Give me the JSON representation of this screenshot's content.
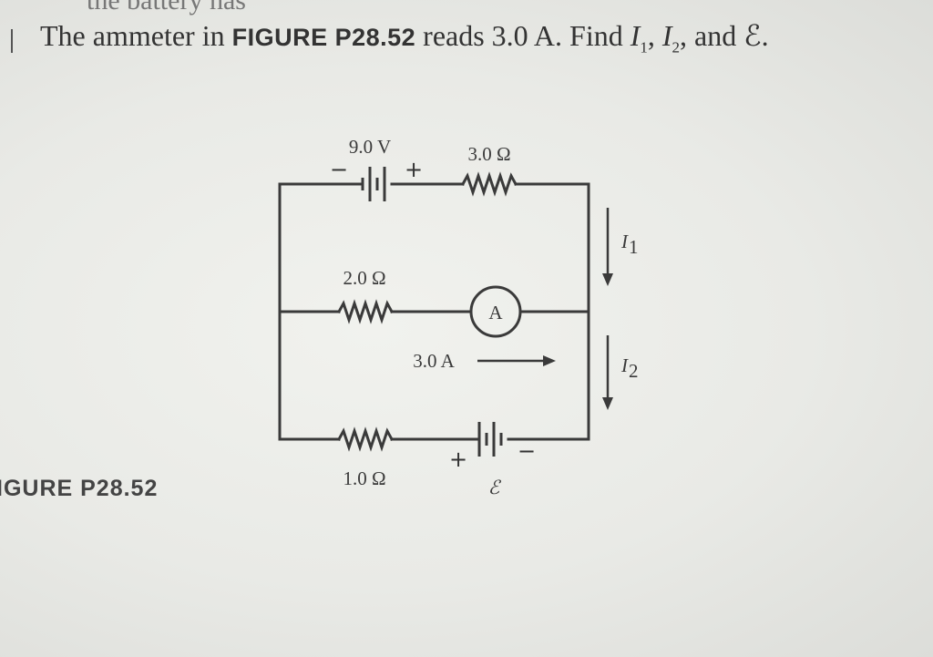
{
  "header_fragment": "the battery has",
  "question": {
    "text_before": "The ammeter in ",
    "figure_ref": "FIGURE P28.52",
    "text_middle": " reads 3.0 A. Find ",
    "i1_letter": "I",
    "i1_sub": "1",
    "sep1": ", ",
    "i2_letter": "I",
    "i2_sub": "2",
    "text_end": ", and ",
    "emf_symbol": "ℰ",
    "period": "."
  },
  "figure_caption": "IGURE P28.52",
  "circuit": {
    "battery_top_label": "9.0 V",
    "battery_top_minus": "−",
    "battery_top_plus": "+",
    "resistor_top_label": "3.0 Ω",
    "resistor_middle_label": "2.0 Ω",
    "ammeter_label": "A",
    "ammeter_reading": "3.0 A",
    "resistor_bottom_label": "1.0 Ω",
    "battery_bottom_plus": "+",
    "battery_bottom_minus": "−",
    "battery_bottom_emf": "ℰ",
    "current_i1_letter": "I",
    "current_i1_sub": "1",
    "current_i2_letter": "I",
    "current_i2_sub": "2"
  }
}
